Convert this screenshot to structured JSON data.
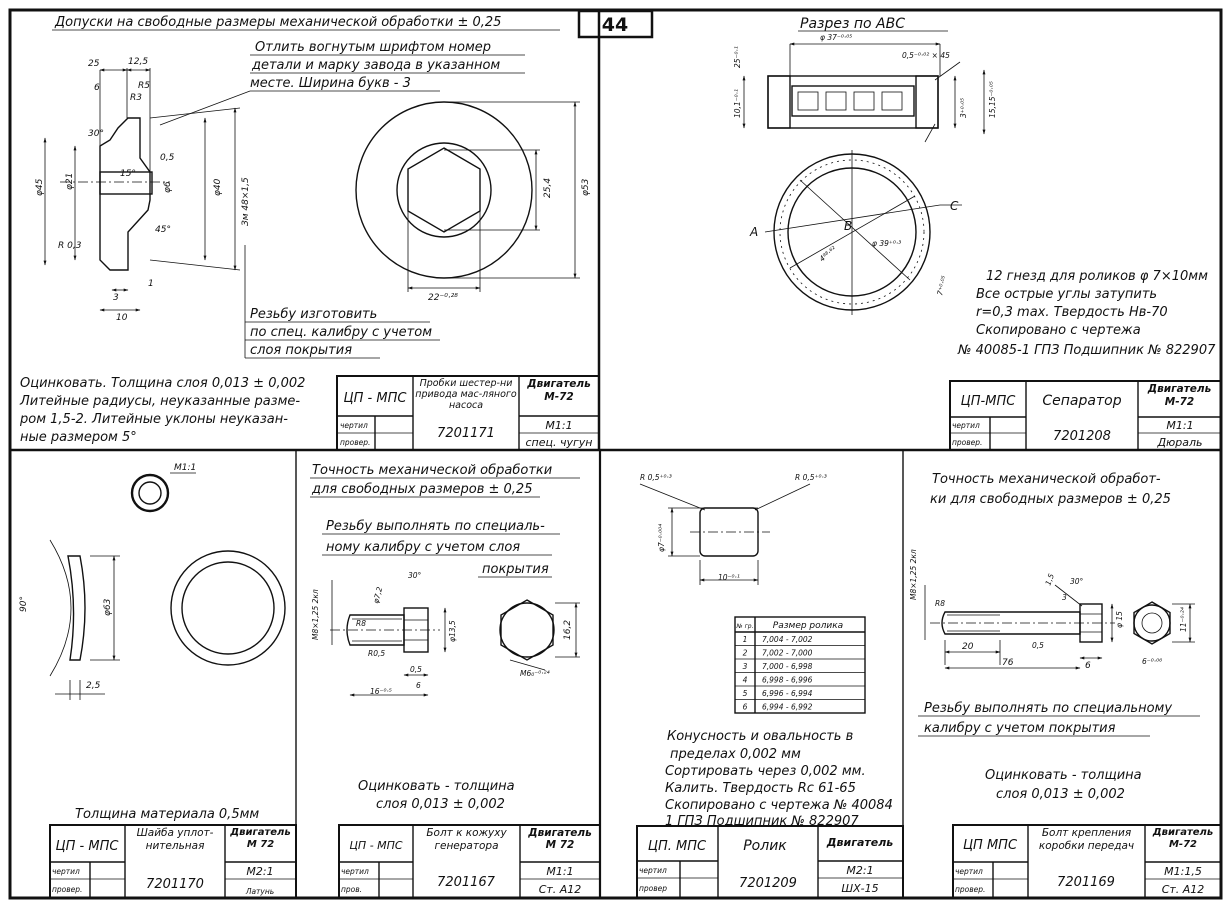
{
  "sheet_number": "44",
  "panels": {
    "p1": {
      "note_top": "Допуски на свободные размеры механической обработки ± 0,25",
      "note_mark": [
        "Отлить вогнутым шрифтом номер",
        "детали и марку завода в указанном",
        "месте. Ширина букв - 3"
      ],
      "note_thread": [
        "Резьбу изготовить",
        "по спец. калибру с учетом",
        "слоя покрытия"
      ],
      "note_bottom": [
        "Оцинковать. Толщина слоя 0,013 ± 0,002",
        "Литейные радиусы, неуказанные разме-",
        "ром 1,5-2. Литейные уклоны неуказан-",
        "ные размером 5°"
      ],
      "dims": [
        "25",
        "12,5",
        "6",
        "30°",
        "15°",
        "R3",
        "R5",
        "φ21",
        "φ45",
        "φ40",
        "Зм 48×1,5",
        "φ6",
        "0,5",
        "45°",
        "3",
        "10",
        "1",
        "R 0,3",
        "22⁻⁰·²⁸",
        "25,4",
        "φ53"
      ],
      "title_block": {
        "org": "ЦП - МПС",
        "name": "Пробки шестер-ни привода мас-ляного насоса",
        "product": "Двигатель М-72",
        "number": "7201171",
        "scale": "М1:1",
        "material": "спец. чугун",
        "row1": "чертил",
        "row2": "провер."
      }
    },
    "p2": {
      "title": "Разрез по АВС",
      "dims": [
        "φ 37⁻⁰·⁰⁵",
        "0,5⁻⁰·⁰² × 45",
        "25⁻⁰·¹",
        "10,1⁻⁰·¹",
        "15,15⁻⁰·⁰⁵",
        "3⁺⁰·⁰⁵",
        "φ 39⁺⁰·³",
        "4⁹⁸·⁶²",
        "7⁺⁰·⁰⁵",
        "A",
        "B",
        "C"
      ],
      "notes": [
        "12 гнезд для роликов φ 7×10мм",
        "Все острые углы затупить",
        "r=0,3 max. Твердость Нв-70",
        "Скопировано с чертежа",
        "№ 40085-1 ГПЗ Подшипник № 822907"
      ],
      "title_block": {
        "org": "ЦП-МПС",
        "name": "Сепаратор",
        "product": "Двигатель М-72",
        "number": "7201208",
        "scale": "М1:1",
        "material": "Дюраль",
        "row1": "чертил",
        "row2": "провер."
      }
    },
    "p3": {
      "scale_label": "М1:1",
      "dims": [
        "90°",
        "φ63",
        "2,5"
      ],
      "note": "Толщина материала 0,5мм",
      "title_block": {
        "org": "ЦП - МПС",
        "name": "Шайба уплот-нительная",
        "product": "Двигатель М 72",
        "number": "7201170",
        "scale": "М2:1",
        "material": "Латунь",
        "row1": "чертил",
        "row2": "провер."
      }
    },
    "p4": {
      "note_top": [
        "Точность механической обработки",
        "для свободных размеров ± 0,25"
      ],
      "note_thread": [
        "Резьбу выполнять по специаль-",
        "ному калибру с учетом слоя",
        "покрытия"
      ],
      "dims": [
        "30°",
        "М8×1,25 2кл",
        "φ7,2",
        "R8",
        "R0,5",
        "φ13,5",
        "16,2",
        "0,5",
        "6",
        "16⁻⁰·⁵",
        "М6₀⁻⁰·²⁴"
      ],
      "note_bottom": [
        "Оцинковать - толщина",
        "слоя 0,013 ± 0,002"
      ],
      "title_block": {
        "org": "ЦП - МПС",
        "name": "Болт к кожуху генератора",
        "product": "Двигатель М 72",
        "number": "7201167",
        "scale": "М1:1",
        "material": "Ст. А12",
        "row1": "чертил",
        "row2": "пров."
      }
    },
    "p5": {
      "dims": [
        "R 0,5⁺⁰·³",
        "R 0,5⁺⁰·³",
        "10⁻⁰·¹",
        "φ7⁻⁰·⁰⁰⁴"
      ],
      "table": {
        "headers": [
          "№ гр.",
          "Размер ролика"
        ],
        "rows": [
          [
            "1",
            "7,004 - 7,002"
          ],
          [
            "2",
            "7,002 - 7,000"
          ],
          [
            "3",
            "7,000 - 6,998"
          ],
          [
            "4",
            "6,998 - 6,996"
          ],
          [
            "5",
            "6,996 - 6,994"
          ],
          [
            "6",
            "6,994 - 6,992"
          ]
        ]
      },
      "notes": [
        "Конусность и овальность в",
        "пределах 0,002 мм",
        "Сортировать через 0,002 мм.",
        "Калить. Твердость Rc 61-65",
        "Скопировано с чертежа № 40084",
        "1 ГПЗ Подшипник № 822907"
      ],
      "title_block": {
        "org": "ЦП. МПС",
        "name": "Ролик",
        "product": "Двигатель",
        "number": "7201209",
        "scale": "М2:1",
        "material": "ШХ-15",
        "row1": "чертил",
        "row2": "провер"
      }
    },
    "p6": {
      "note_top": [
        "Точность механической обработ-",
        "ки для свободных размеров ± 0,25"
      ],
      "dims": [
        "М8×1,25 2кл",
        "R8",
        "1,5",
        "3",
        "30°",
        "φ 15",
        "20",
        "0,5",
        "76",
        "6",
        "11⁻⁰·²⁴",
        "6⁻⁰·⁰⁶"
      ],
      "note_thread": [
        "Резьбу выполнять по специальному",
        "калибру с учетом покрытия"
      ],
      "note_bottom": [
        "Оцинковать - толщина",
        "слоя 0,013 ± 0,002"
      ],
      "title_block": {
        "org": "ЦП МПС",
        "name": "Болт крепления коробки передач",
        "product": "Двигатель М-72",
        "number": "7201169",
        "scale": "М1:1,5",
        "material": "Ст. А12",
        "row1": "чертил",
        "row2": "провер."
      }
    }
  }
}
